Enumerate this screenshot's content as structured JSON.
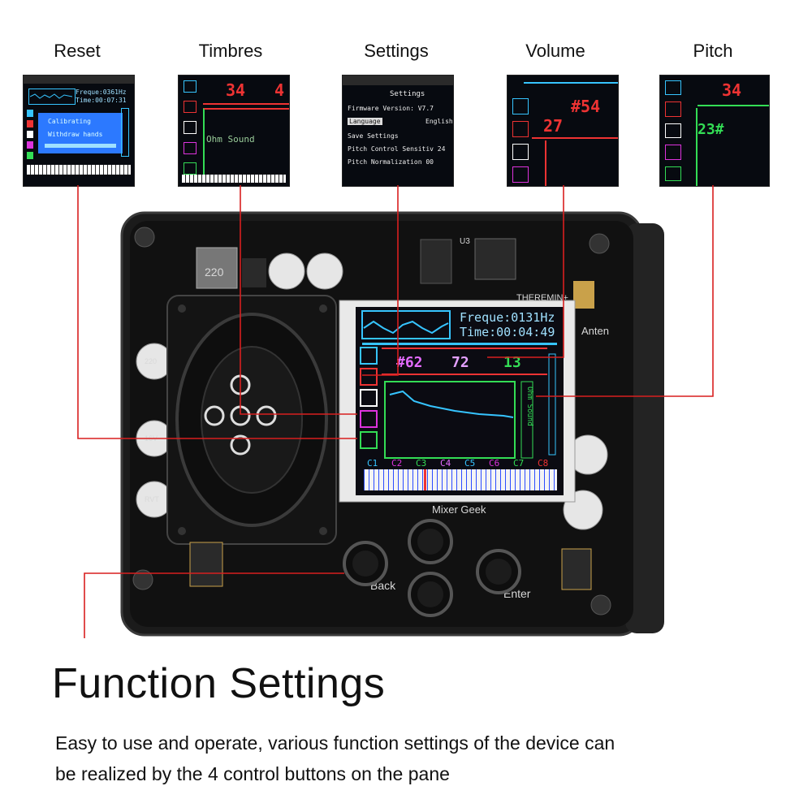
{
  "callouts": [
    {
      "label": "Reset"
    },
    {
      "label": "Timbres"
    },
    {
      "label": "Settings"
    },
    {
      "label": "Volume"
    },
    {
      "label": "Pitch"
    }
  ],
  "reset_screen": {
    "freq": "Freque:0361Hz",
    "time": "Time:00:07:31",
    "line1": "Calibrating",
    "line2": "Withdraw hands"
  },
  "timbres_screen": {
    "value1": "34",
    "value2": "4",
    "caption": "Ohm Sound"
  },
  "settings_screen": {
    "title": "Settings",
    "rows": [
      {
        "label": "Firmware Version:",
        "value": "V7.7"
      },
      {
        "label": "Language",
        "value": "English"
      },
      {
        "label": "Save Settings",
        "value": ""
      },
      {
        "label": "Pitch Control Sensitiv",
        "value": "24"
      },
      {
        "label": "Pitch Normalization",
        "value": "00"
      }
    ]
  },
  "volume_screen": {
    "value_a": "#54",
    "value_b": "27"
  },
  "pitch_screen": {
    "value_a": "34",
    "value_b": "23#"
  },
  "device": {
    "screen": {
      "freq": "Freque:0131Hz",
      "time": "Time:00:04:49",
      "val1": "#62",
      "val2": "72",
      "val3": "13",
      "side_text": "Ohm Sound",
      "keys": [
        "C1",
        "C2",
        "C3",
        "C4",
        "C5",
        "C6",
        "C7",
        "C8"
      ]
    },
    "silk_brand": "THEREMIN+",
    "silk_mixer": "Mixer Geek",
    "silk_back": "Back",
    "silk_enter": "Enter",
    "silk_ant": "Anten",
    "silk_cap": [
      "220",
      "16V",
      "RVT"
    ],
    "silk_inductor": "220",
    "silk_u3": "U3"
  },
  "heading": "Function Settings",
  "description": [
    "Easy to use and operate, various function settings of the device can",
    "be realized by the 4 control buttons on the pane"
  ],
  "colors": {
    "callout_line": "#d81f1f",
    "board": "#151515",
    "screen_bg": "#0b0b12",
    "accent_cyan": "#36c4ff"
  }
}
